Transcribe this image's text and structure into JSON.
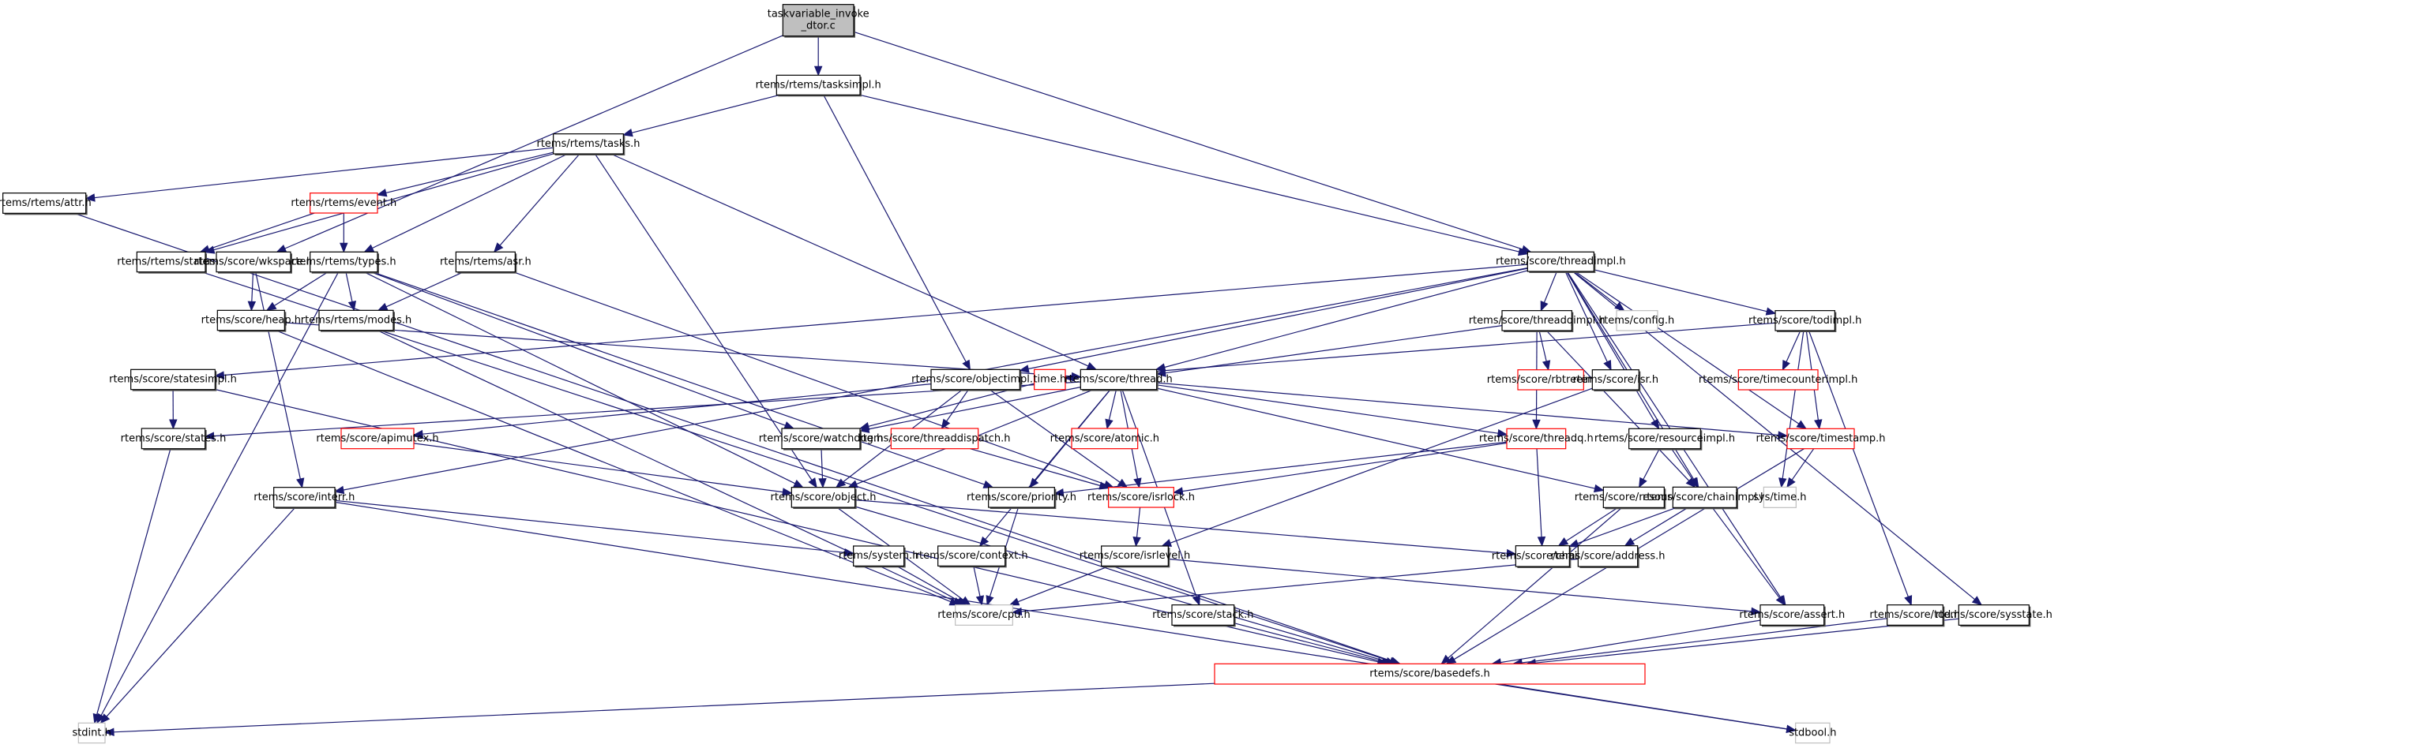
{
  "title": "taskvariable_invoke_dtor.c include dependency graph",
  "colors": {
    "edge": "#191970",
    "root_fill": "#bfbfbf",
    "missing_border": "#ff0000",
    "external_border": "#bfbfbf",
    "normal_border": "#000000"
  },
  "nodes": [
    {
      "id": "root",
      "lines": [
        "taskvariable_invoke",
        "_dtor.c"
      ],
      "kind": "root"
    },
    {
      "id": "tasksimpl",
      "lines": [
        "rtems/rtems/tasksimpl.h"
      ],
      "kind": "normal"
    },
    {
      "id": "tasks",
      "lines": [
        "rtems/rtems/tasks.h"
      ],
      "kind": "normal"
    },
    {
      "id": "attr",
      "lines": [
        "rtems/rtems/attr.h"
      ],
      "kind": "normal"
    },
    {
      "id": "event",
      "lines": [
        "rtems/rtems/event.h"
      ],
      "kind": "missing"
    },
    {
      "id": "status",
      "lines": [
        "rtems/rtems/status.h"
      ],
      "kind": "normal"
    },
    {
      "id": "wkspace",
      "lines": [
        "rtems/score/wkspace.h"
      ],
      "kind": "normal"
    },
    {
      "id": "types",
      "lines": [
        "rtems/rtems/types.h"
      ],
      "kind": "normal"
    },
    {
      "id": "asr",
      "lines": [
        "rtems/rtems/asr.h"
      ],
      "kind": "normal"
    },
    {
      "id": "threadimpl",
      "lines": [
        "rtems/score/threadimpl.h"
      ],
      "kind": "normal"
    },
    {
      "id": "heap",
      "lines": [
        "rtems/score/heap.h"
      ],
      "kind": "normal"
    },
    {
      "id": "modes",
      "lines": [
        "rtems/rtems/modes.h"
      ],
      "kind": "normal"
    },
    {
      "id": "threadqimpl",
      "lines": [
        "rtems/score/threadqimpl.h"
      ],
      "kind": "normal"
    },
    {
      "id": "config",
      "lines": [
        "rtems/config.h"
      ],
      "kind": "external"
    },
    {
      "id": "todimpl",
      "lines": [
        "rtems/score/todimpl.h"
      ],
      "kind": "normal"
    },
    {
      "id": "statesimpl",
      "lines": [
        "rtems/score/statesimpl.h"
      ],
      "kind": "normal"
    },
    {
      "id": "objectimpl",
      "lines": [
        "rtems/score/objectimpl.h"
      ],
      "kind": "normal"
    },
    {
      "id": "timeh",
      "lines": [
        "time.h"
      ],
      "kind": "missing"
    },
    {
      "id": "thread",
      "lines": [
        "rtems/score/thread.h"
      ],
      "kind": "normal"
    },
    {
      "id": "rbtreeimpl",
      "lines": [
        "rtems/score/rbtreeimpl.h"
      ],
      "kind": "missing"
    },
    {
      "id": "isr",
      "lines": [
        "rtems/score/isr.h"
      ],
      "kind": "normal"
    },
    {
      "id": "timecounterimpl",
      "lines": [
        "rtems/score/timecounterimpl.h"
      ],
      "kind": "missing"
    },
    {
      "id": "states",
      "lines": [
        "rtems/score/states.h"
      ],
      "kind": "normal"
    },
    {
      "id": "apimutex",
      "lines": [
        "rtems/score/apimutex.h"
      ],
      "kind": "missing"
    },
    {
      "id": "watchdog",
      "lines": [
        "rtems/score/watchdog.h"
      ],
      "kind": "normal"
    },
    {
      "id": "threaddispatch",
      "lines": [
        "rtems/score/threaddispatch.h"
      ],
      "kind": "missing"
    },
    {
      "id": "atomic",
      "lines": [
        "rtems/score/atomic.h"
      ],
      "kind": "missing"
    },
    {
      "id": "threadq",
      "lines": [
        "rtems/score/threadq.h"
      ],
      "kind": "missing"
    },
    {
      "id": "resourceimpl",
      "lines": [
        "rtems/score/resourceimpl.h"
      ],
      "kind": "normal"
    },
    {
      "id": "timestamp",
      "lines": [
        "rtems/score/timestamp.h"
      ],
      "kind": "missing"
    },
    {
      "id": "interr",
      "lines": [
        "rtems/score/interr.h"
      ],
      "kind": "normal"
    },
    {
      "id": "object",
      "lines": [
        "rtems/score/object.h"
      ],
      "kind": "normal"
    },
    {
      "id": "priority",
      "lines": [
        "rtems/score/priority.h"
      ],
      "kind": "normal"
    },
    {
      "id": "isrlock",
      "lines": [
        "rtems/score/isrlock.h"
      ],
      "kind": "missing"
    },
    {
      "id": "resource",
      "lines": [
        "rtems/score/resource.h"
      ],
      "kind": "normal"
    },
    {
      "id": "chainimpl",
      "lines": [
        "rtems/score/chainimpl.h"
      ],
      "kind": "normal"
    },
    {
      "id": "systime",
      "lines": [
        "sys/time.h"
      ],
      "kind": "external"
    },
    {
      "id": "system",
      "lines": [
        "rtems/system.h"
      ],
      "kind": "normal"
    },
    {
      "id": "context",
      "lines": [
        "rtems/score/context.h"
      ],
      "kind": "normal"
    },
    {
      "id": "isrlevel",
      "lines": [
        "rtems/score/isrlevel.h"
      ],
      "kind": "normal"
    },
    {
      "id": "chain",
      "lines": [
        "rtems/score/chain.h"
      ],
      "kind": "normal"
    },
    {
      "id": "address",
      "lines": [
        "rtems/score/address.h"
      ],
      "kind": "normal"
    },
    {
      "id": "cpu",
      "lines": [
        "rtems/score/cpu.h"
      ],
      "kind": "external"
    },
    {
      "id": "stack",
      "lines": [
        "rtems/score/stack.h"
      ],
      "kind": "normal"
    },
    {
      "id": "assert",
      "lines": [
        "rtems/score/assert.h"
      ],
      "kind": "normal"
    },
    {
      "id": "tod",
      "lines": [
        "rtems/score/tod.h"
      ],
      "kind": "normal"
    },
    {
      "id": "sysstate",
      "lines": [
        "rtems/score/sysstate.h"
      ],
      "kind": "normal"
    },
    {
      "id": "basedefs",
      "lines": [
        "rtems/score/basedefs.h"
      ],
      "kind": "missing"
    },
    {
      "id": "stdint",
      "lines": [
        "stdint.h"
      ],
      "kind": "external"
    },
    {
      "id": "stdbool",
      "lines": [
        "stdbool.h"
      ],
      "kind": "external"
    }
  ],
  "edges": [
    [
      "root",
      "tasksimpl"
    ],
    [
      "root",
      "wkspace"
    ],
    [
      "root",
      "threadimpl"
    ],
    [
      "tasksimpl",
      "tasks"
    ],
    [
      "tasksimpl",
      "objectimpl"
    ],
    [
      "tasksimpl",
      "threadimpl"
    ],
    [
      "tasks",
      "attr"
    ],
    [
      "tasks",
      "event"
    ],
    [
      "tasks",
      "status"
    ],
    [
      "tasks",
      "types"
    ],
    [
      "tasks",
      "asr"
    ],
    [
      "tasks",
      "thread"
    ],
    [
      "tasks",
      "object"
    ],
    [
      "attr",
      "basedefs"
    ],
    [
      "event",
      "status"
    ],
    [
      "event",
      "types"
    ],
    [
      "status",
      "basedefs"
    ],
    [
      "wkspace",
      "heap"
    ],
    [
      "wkspace",
      "interr"
    ],
    [
      "types",
      "heap"
    ],
    [
      "types",
      "modes"
    ],
    [
      "types",
      "object"
    ],
    [
      "types",
      "priority"
    ],
    [
      "types",
      "watchdog"
    ],
    [
      "types",
      "stdint"
    ],
    [
      "asr",
      "modes"
    ],
    [
      "asr",
      "isrlock"
    ],
    [
      "heap",
      "cpu"
    ],
    [
      "heap",
      "thread"
    ],
    [
      "modes",
      "cpu"
    ],
    [
      "threadimpl",
      "statesimpl"
    ],
    [
      "threadimpl",
      "objectimpl"
    ],
    [
      "threadimpl",
      "thread"
    ],
    [
      "threadimpl",
      "threadqimpl"
    ],
    [
      "threadimpl",
      "config"
    ],
    [
      "threadimpl",
      "isr"
    ],
    [
      "threadimpl",
      "todimpl"
    ],
    [
      "threadimpl",
      "resourceimpl"
    ],
    [
      "threadimpl",
      "chainimpl"
    ],
    [
      "threadimpl",
      "assert"
    ],
    [
      "threadimpl",
      "sysstate"
    ],
    [
      "threadimpl",
      "interr"
    ],
    [
      "threadimpl",
      "timestamp"
    ],
    [
      "threadqimpl",
      "thread"
    ],
    [
      "threadqimpl",
      "threadq"
    ],
    [
      "threadqimpl",
      "rbtreeimpl"
    ],
    [
      "threadqimpl",
      "chainimpl"
    ],
    [
      "todimpl",
      "timeh"
    ],
    [
      "todimpl",
      "timecounterimpl"
    ],
    [
      "todimpl",
      "timestamp"
    ],
    [
      "todimpl",
      "systime"
    ],
    [
      "todimpl",
      "tod"
    ],
    [
      "statesimpl",
      "states"
    ],
    [
      "statesimpl",
      "basedefs"
    ],
    [
      "objectimpl",
      "object"
    ],
    [
      "objectimpl",
      "apimutex"
    ],
    [
      "objectimpl",
      "threaddispatch"
    ],
    [
      "objectimpl",
      "isrlock"
    ],
    [
      "timeh",
      "watchdog"
    ],
    [
      "thread",
      "states"
    ],
    [
      "thread",
      "watchdog"
    ],
    [
      "thread",
      "object"
    ],
    [
      "thread",
      "atomic"
    ],
    [
      "thread",
      "threadq"
    ],
    [
      "thread",
      "priority"
    ],
    [
      "thread",
      "isrlock"
    ],
    [
      "thread",
      "context"
    ],
    [
      "thread",
      "resource"
    ],
    [
      "thread",
      "stack"
    ],
    [
      "thread",
      "timestamp"
    ],
    [
      "isr",
      "isrlevel"
    ],
    [
      "states",
      "stdint"
    ],
    [
      "apimutex",
      "object"
    ],
    [
      "watchdog",
      "object"
    ],
    [
      "threaddispatch",
      "isrlock"
    ],
    [
      "threadq",
      "priority"
    ],
    [
      "threadq",
      "isrlock"
    ],
    [
      "threadq",
      "chain"
    ],
    [
      "resourceimpl",
      "resource"
    ],
    [
      "resourceimpl",
      "chainimpl"
    ],
    [
      "timestamp",
      "systime"
    ],
    [
      "timestamp",
      "basedefs"
    ],
    [
      "interr",
      "system"
    ],
    [
      "interr",
      "stdint"
    ],
    [
      "interr",
      "stdbool"
    ],
    [
      "object",
      "cpu"
    ],
    [
      "object",
      "basedefs"
    ],
    [
      "object",
      "chain"
    ],
    [
      "priority",
      "cpu"
    ],
    [
      "isrlock",
      "isrlevel"
    ],
    [
      "resource",
      "chain"
    ],
    [
      "resource",
      "basedefs"
    ],
    [
      "chainimpl",
      "chain"
    ],
    [
      "chainimpl",
      "address"
    ],
    [
      "chainimpl",
      "assert"
    ],
    [
      "system",
      "cpu"
    ],
    [
      "context",
      "cpu"
    ],
    [
      "isrlevel",
      "cpu"
    ],
    [
      "isrlevel",
      "assert"
    ],
    [
      "address",
      "cpu"
    ],
    [
      "stack",
      "basedefs"
    ],
    [
      "assert",
      "basedefs"
    ],
    [
      "tod",
      "basedefs"
    ],
    [
      "sysstate",
      "basedefs"
    ],
    [
      "basedefs",
      "stdint"
    ],
    [
      "basedefs",
      "stdbool"
    ]
  ]
}
